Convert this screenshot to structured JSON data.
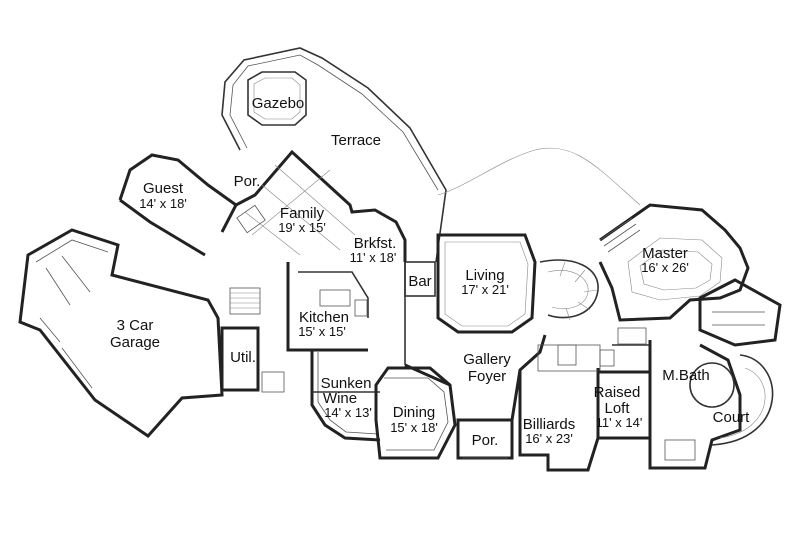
{
  "rooms": {
    "gazebo": {
      "label": "Gazebo"
    },
    "terrace": {
      "label": "Terrace"
    },
    "porch_left": {
      "label": "Por."
    },
    "guest": {
      "label": "Guest",
      "dims": "14' x 18'"
    },
    "family": {
      "label": "Family",
      "dims": "19' x 15'"
    },
    "breakfast": {
      "label": "Brkfst.",
      "dims": "11' x 18'"
    },
    "bar": {
      "label": "Bar"
    },
    "living": {
      "label": "Living",
      "dims": "17' x 21'"
    },
    "master": {
      "label": "Master",
      "dims": "16' x 26'"
    },
    "garage": {
      "label": "3 Car",
      "label2": "Garage"
    },
    "kitchen": {
      "label": "Kitchen",
      "dims": "15' x 15'"
    },
    "utility": {
      "label": "Util."
    },
    "gallery": {
      "label": "Gallery",
      "label2": "Foyer"
    },
    "sunken_wine": {
      "label": "Sunken",
      "label2": "Wine",
      "dims": "14' x 13'"
    },
    "dining": {
      "label": "Dining",
      "dims": "15' x 18'"
    },
    "porch_front": {
      "label": "Por."
    },
    "billiards": {
      "label": "Billiards",
      "dims": "16' x 23'"
    },
    "raised_loft": {
      "label": "Raised",
      "label2": "Loft",
      "dims": "11' x 14'"
    },
    "master_bath": {
      "label": "M.Bath"
    },
    "court": {
      "label": "Court"
    }
  }
}
